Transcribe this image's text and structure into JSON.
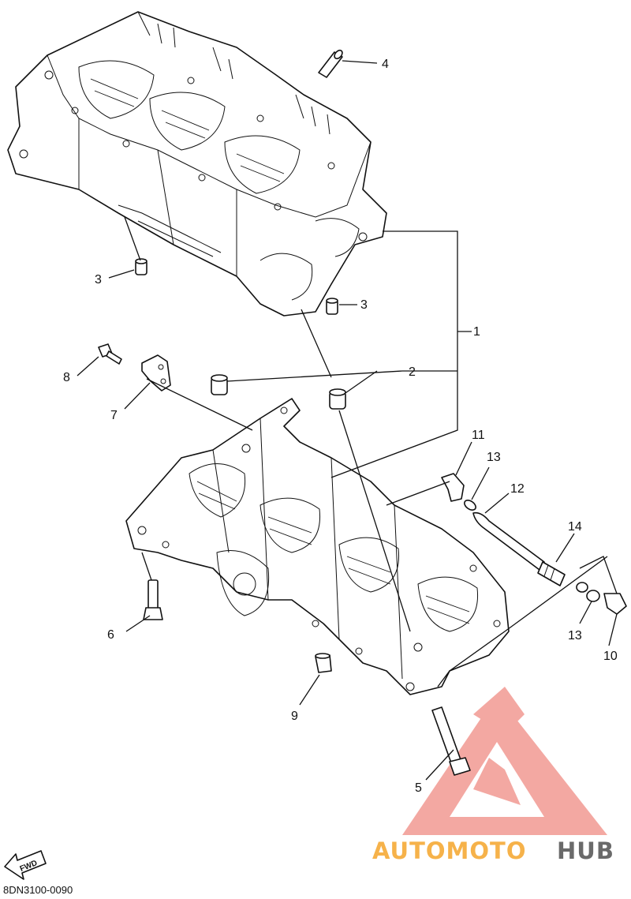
{
  "callouts": {
    "c1": "1",
    "c2": "2",
    "c3a": "3",
    "c3b": "3",
    "c4": "4",
    "c5": "5",
    "c6": "6",
    "c7": "7",
    "c8": "8",
    "c9": "9",
    "c10": "10",
    "c11": "11",
    "c12": "12",
    "c13a": "13",
    "c13b": "13",
    "c14": "14"
  },
  "diagram_code": "8DN3100-0090",
  "fwd_label": "FWD",
  "watermark": {
    "part1": "AUTOMOTO",
    "part2": "HUB",
    "color_primary": "#f08a80",
    "color_secondary": "#f6b24a",
    "color_dark": "#6a6a6a"
  }
}
